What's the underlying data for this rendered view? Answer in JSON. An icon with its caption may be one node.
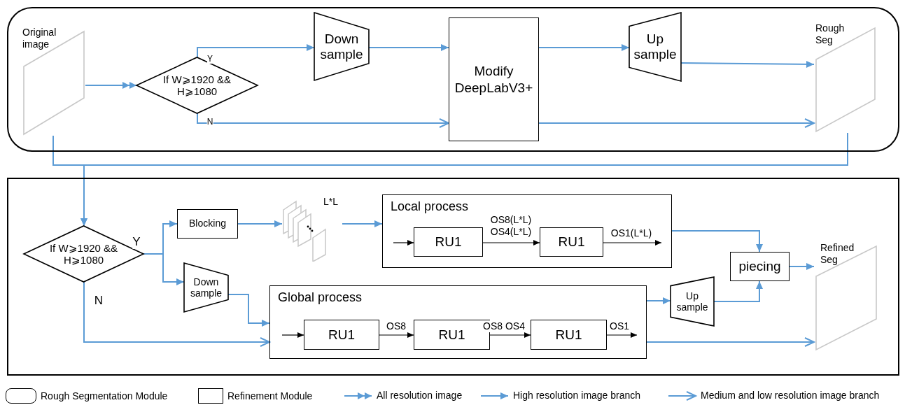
{
  "diagram": {
    "nodes": [
      {
        "text": [],
        "shape": "box"
      },
      {
        "text": [
          "Original image"
        ],
        "in": 0
      },
      {
        "text": [
          "If W⩾1920 && H⩾1080"
        ],
        "in": 0
      },
      {
        "text": [
          "Down sample"
        ],
        "in": 0
      },
      {
        "text": [
          "Modify DeepLabV3+"
        ],
        "in": 0
      },
      {
        "text": [
          "Up sample"
        ],
        "in": 0
      },
      {
        "text": [
          "Rough Seg"
        ],
        "in": 0
      },
      {
        "text": [],
        "shape": "box"
      },
      {
        "text": [
          "If W⩾1920 && H⩾1080"
        ],
        "in": 7
      },
      {
        "text": [
          "Blocking"
        ],
        "in": 7
      },
      {
        "text": [],
        "shape": "picture",
        "beside": [
          "L*L"
        ],
        "in": 7
      },
      {
        "text": [
          "Local process"
        ],
        "in": 7
      },
      {
        "text": [
          "RU1"
        ],
        "in": 11
      },
      {
        "text": [
          "RU1"
        ],
        "in": 11
      },
      {
        "text": [
          "Down sample"
        ],
        "in": 7
      },
      {
        "text": [
          "Global process"
        ],
        "in": 7
      },
      {
        "text": [
          "RU1"
        ],
        "in": 15
      },
      {
        "text": [
          "RU1"
        ],
        "in": 15
      },
      {
        "text": [
          "RU1"
        ],
        "in": 15
      },
      {
        "text": [
          "Up sample"
        ],
        "in": 7
      },
      {
        "text": [
          "piecing"
        ],
        "in": 7
      },
      {
        "text": [
          "Refined Seg"
        ],
        "in": 7
      }
    ],
    "edges": [
      {
        "from": 1,
        "to": 2,
        "arrow": "to"
      },
      {
        "from": 2,
        "to": 3,
        "arrow": "to",
        "label": "Y"
      },
      {
        "from": 3,
        "to": 4,
        "arrow": "to"
      },
      {
        "from": 2,
        "to": 4,
        "arrow": "to",
        "label": "N"
      },
      {
        "from": 4,
        "to": 5,
        "arrow": "to"
      },
      {
        "from": 5,
        "to": 6,
        "arrow": "to"
      },
      {
        "from": 4,
        "to": 6,
        "arrow": "to"
      },
      {
        "from": 1,
        "to": 8,
        "arrow": "to"
      },
      {
        "from": 6,
        "to": 8,
        "arrow": "to"
      },
      {
        "from": 8,
        "to": 9,
        "arrow": "to",
        "label": "Y"
      },
      {
        "from": 8,
        "to": 14,
        "arrow": "to"
      },
      {
        "from": 9,
        "to": 10,
        "arrow": "to"
      },
      {
        "from": 10,
        "to": 11,
        "arrow": "to"
      },
      {
        "from": 8,
        "to": 15,
        "arrow": "to",
        "label": "N"
      },
      {
        "from": 14,
        "to": 15,
        "arrow": "to"
      },
      {
        "from": 11,
        "to": 20,
        "arrow": "to"
      },
      {
        "from": 15,
        "to": 19,
        "arrow": "to"
      },
      {
        "from": 19,
        "to": 20,
        "arrow": "to"
      },
      {
        "from": 20,
        "to": 21,
        "arrow": "to"
      },
      {
        "from": 15,
        "to": 21,
        "arrow": "to"
      },
      {
        "from": null,
        "to": 12,
        "arrow": "to",
        "color": "#000000"
      },
      {
        "from": 12,
        "to": 13,
        "arrow": "to",
        "label": "OS8(L*L) OS4(L*L)",
        "color": "#000000"
      },
      {
        "from": 13,
        "to": null,
        "arrow": "to",
        "label": "OS1(L*L)",
        "color": "#000000"
      },
      {
        "from": null,
        "to": 16,
        "arrow": "to",
        "color": "#000000"
      },
      {
        "from": 16,
        "to": 17,
        "arrow": "to",
        "label": "OS8",
        "color": "#000000"
      },
      {
        "from": 17,
        "to": 18,
        "arrow": "to",
        "label": "OS8 OS4",
        "color": "#000000"
      },
      {
        "from": 18,
        "to": null,
        "arrow": "to",
        "label": "OS1",
        "color": "#000000"
      }
    ],
    "legend": [
      {
        "text": "Rough Segmentation Module"
      },
      {
        "text": "Refinement Module"
      },
      {
        "text": "All resolution image"
      },
      {
        "text": "High resolution image branch"
      },
      {
        "text": "Medium and low resolution image branch"
      }
    ]
  }
}
